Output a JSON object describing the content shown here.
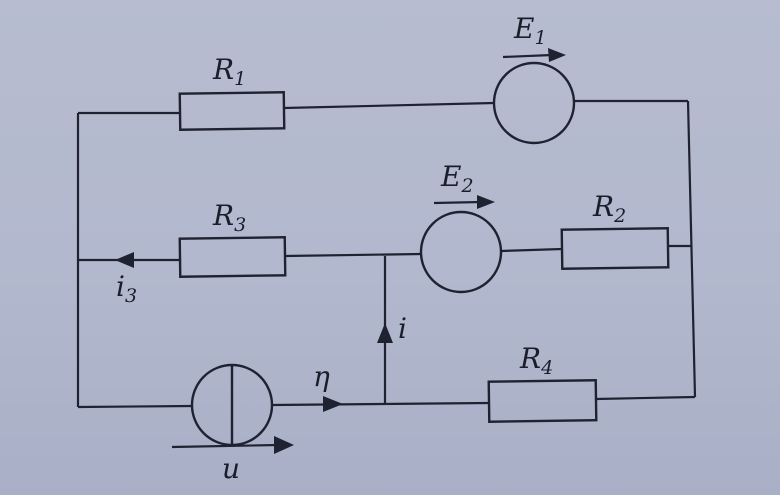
{
  "components": {
    "r1": "R1",
    "r2": "R2",
    "r3": "R3",
    "r4": "R4",
    "e1": "E1",
    "e2": "E2"
  },
  "labels": {
    "i3": "i3",
    "i": "i",
    "eta": "η",
    "u": "u"
  }
}
